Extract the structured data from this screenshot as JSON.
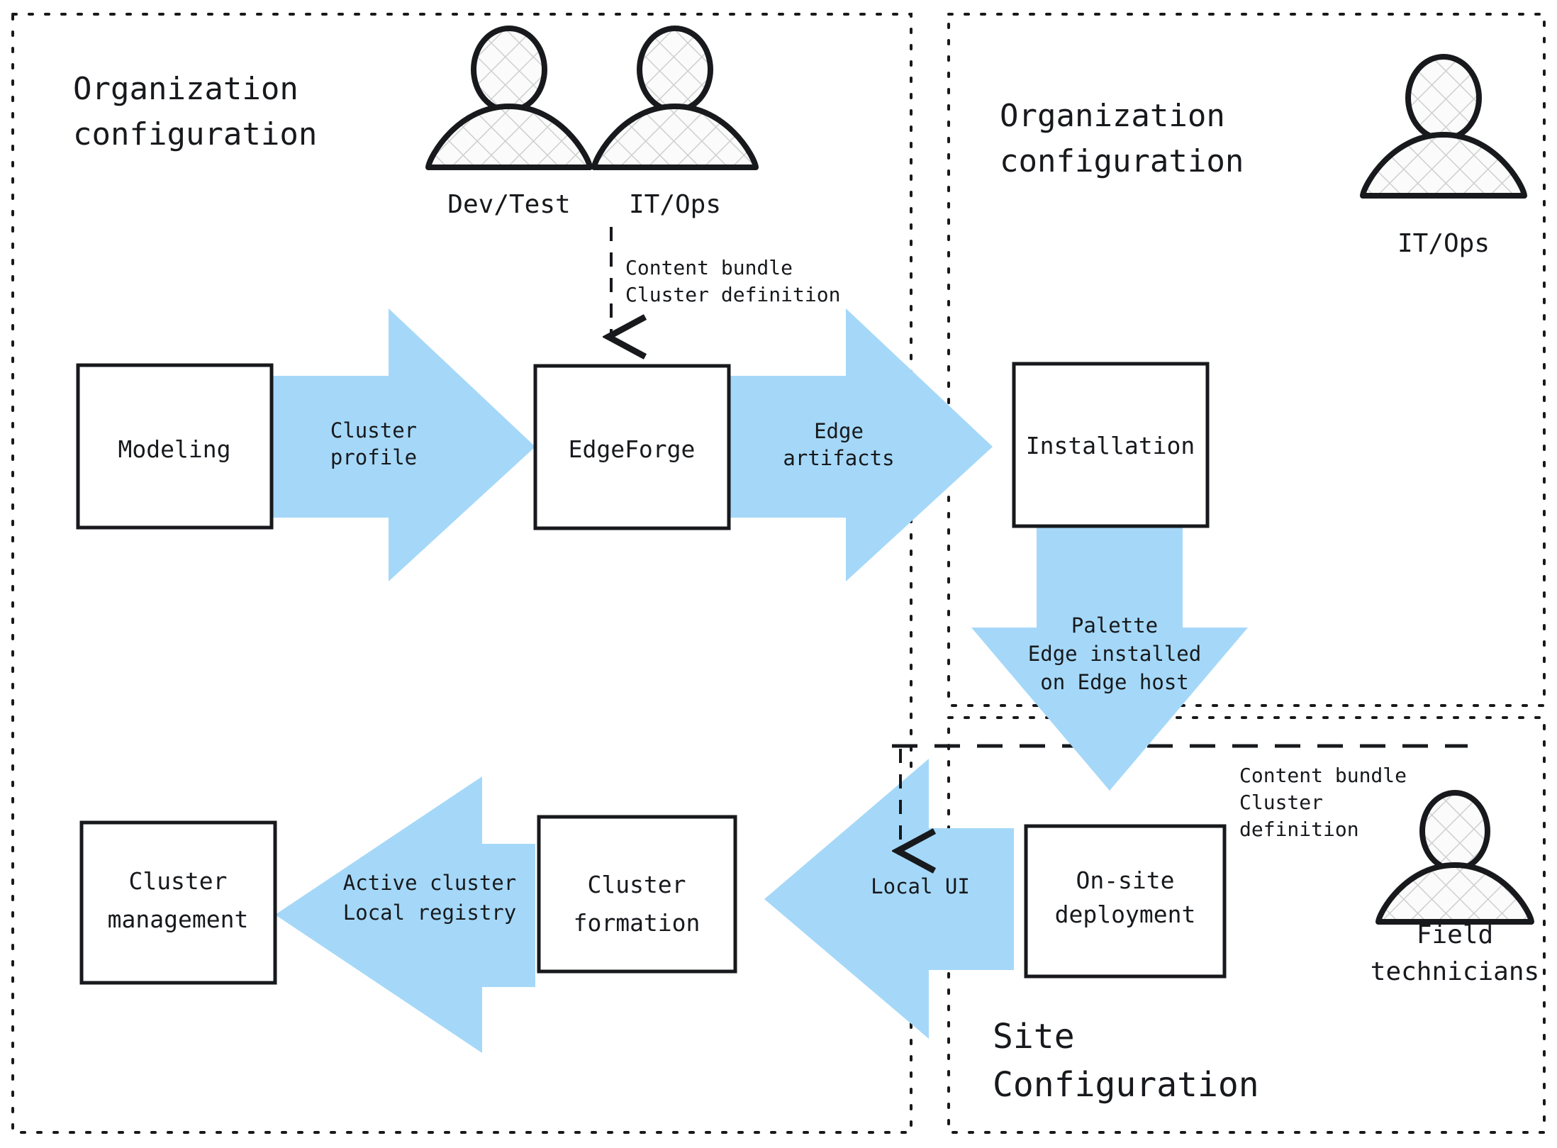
{
  "diagram": {
    "background": "#ffffff",
    "accent_blue": "#a5d8f8",
    "line_color": "#17191c",
    "panels": [
      {
        "id": "org-left",
        "title_line1": "Organization",
        "title_line2": "configuration",
        "border": "dotted"
      },
      {
        "id": "org-right",
        "title_line1": "Organization",
        "title_line2": "configuration",
        "border": "dotted"
      },
      {
        "id": "site",
        "title_line1": "Site",
        "title_line2": "Configuration",
        "border": "dotted"
      }
    ],
    "actors": [
      {
        "id": "dev-test",
        "label": "Dev/Test"
      },
      {
        "id": "it-ops-left",
        "label": "IT/Ops"
      },
      {
        "id": "it-ops-right",
        "label": "IT/Ops"
      },
      {
        "id": "field-technicians",
        "label_line1": "Field",
        "label_line2": "technicians"
      }
    ],
    "boxes": [
      {
        "id": "modeling",
        "line1": "Modeling",
        "line2": ""
      },
      {
        "id": "edgeforge",
        "line1": "EdgeForge",
        "line2": ""
      },
      {
        "id": "installation",
        "line1": "Installation",
        "line2": ""
      },
      {
        "id": "on-site-deployment",
        "line1": "On-site",
        "line2": "deployment"
      },
      {
        "id": "cluster-formation",
        "line1": "Cluster",
        "line2": "formation"
      },
      {
        "id": "cluster-management",
        "line1": "Cluster",
        "line2": "management"
      }
    ],
    "arrows": [
      {
        "id": "cluster-profile",
        "dir": "right",
        "line1": "Cluster",
        "line2": "profile",
        "line3": ""
      },
      {
        "id": "edge-artifacts",
        "dir": "right",
        "line1": "Edge",
        "line2": "artifacts",
        "line3": ""
      },
      {
        "id": "palette-installed",
        "dir": "down",
        "line1": "Palette",
        "line2": "Edge installed",
        "line3": "on Edge host"
      },
      {
        "id": "local-ui",
        "dir": "left",
        "line1": "Local UI",
        "line2": "",
        "line3": ""
      },
      {
        "id": "active-cluster",
        "dir": "left",
        "line1": "Active cluster",
        "line2": "Local registry",
        "line3": ""
      }
    ],
    "dashed_notes": [
      {
        "id": "note-content-bundle-top",
        "line1": "Content bundle",
        "line2": "Cluster definition",
        "line3": ""
      },
      {
        "id": "note-content-bundle-site",
        "line1": "Content bundle",
        "line2": "Cluster",
        "line3": "definition"
      }
    ]
  }
}
